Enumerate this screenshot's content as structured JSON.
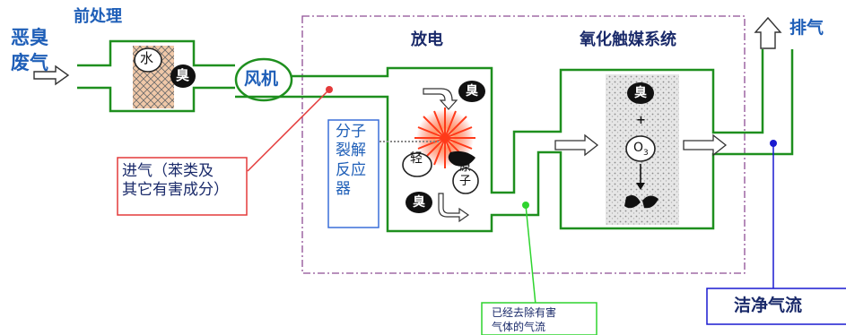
{
  "labels": {
    "malodor_line1": "恶臭",
    "malodor_line2": "废气",
    "pretreatment": "前处理",
    "water": "水",
    "odor": "臭",
    "fan": "风机",
    "discharge": "放电",
    "catalyst_system": "氧化触媒系统",
    "exhaust": "排气",
    "cracking_reactor": [
      "分子",
      "裂解",
      "反应",
      "器"
    ],
    "fragment_a": "轻",
    "fragment_b": "原",
    "fragment_c": "子",
    "ozone": "O",
    "ozone_sub": "3",
    "plus": "+"
  },
  "callouts": {
    "inlet": [
      "进气（苯类及",
      "其它有害成分）"
    ],
    "removed": [
      "已经去除有害",
      "气体的气流"
    ],
    "clean": "洁净气流"
  },
  "colors": {
    "pipe": "#1e8f1e",
    "label_blue": "#1f5fb8",
    "dashed_frame": "#8e4d95",
    "inlet_callout": "#e43a3a",
    "removed_callout": "#2fd42f",
    "clean_callout": "#1a1ad0",
    "reactor_box": "#3a6fd8"
  }
}
